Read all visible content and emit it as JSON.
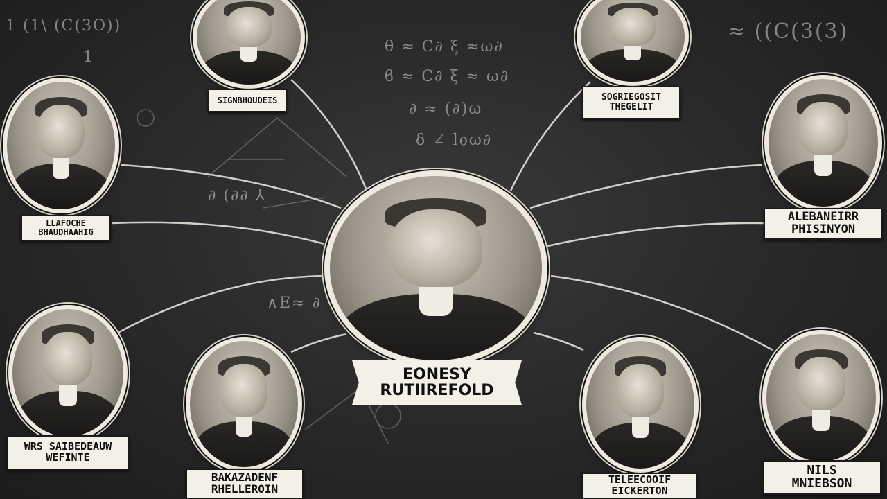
{
  "center": {
    "name_line1": "EONESY",
    "name_line2": "RUTIIREFOLD"
  },
  "satellites": [
    {
      "id": "top-left",
      "line1": "SIGNBHOUDEIS",
      "line2": ""
    },
    {
      "id": "top-right",
      "line1": "SOGRIEGOSIT",
      "line2": "THEGELIT"
    },
    {
      "id": "left-upper",
      "line1": "LLAFOCHE",
      "line2": "BHAUDHAAHIG"
    },
    {
      "id": "right-upper",
      "line1": "ALEBANEIRR",
      "line2": "PHISINYON"
    },
    {
      "id": "left-lower",
      "line1": "WRS SAIBEDEAUW",
      "line2": "WEFINTE"
    },
    {
      "id": "bottom-mid-left",
      "line1": "BAKAZADENF",
      "line2": "RHELLEROIN"
    },
    {
      "id": "bottom-mid-right",
      "line1": "TELEECOOIF",
      "line2": "EICKERTON"
    },
    {
      "id": "right-lower",
      "line1": "NILS",
      "line2": "MNIEBSON"
    }
  ],
  "chalk": {
    "eq1": "θ ≈ C∂ ξ ≈ω∂",
    "eq2": "ϐ ≈ C∂ ξ ≈ ω∂",
    "eq3": "∂ ≈ (∂)ω",
    "eq4": "δ ∠ lѳω∂",
    "tl": "1 (1\\ (C(3O))",
    "tl2": "1",
    "tr": "≈ ((C(3(3)",
    "midl": "∂ (∂∂ ⅄",
    "lower": "∧E≈ ∂"
  },
  "colors": {
    "board": "#2b2b2b",
    "chalk_line": "#e6e3dc",
    "plate": "#f3f0e8",
    "ink": "#111111"
  }
}
